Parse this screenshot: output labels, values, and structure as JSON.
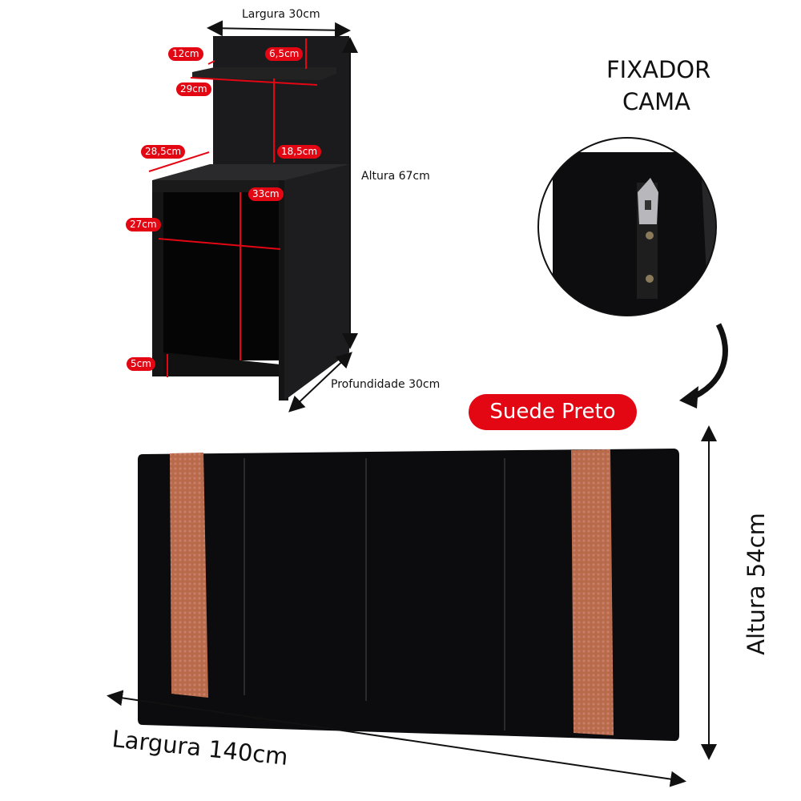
{
  "nightstand": {
    "width_label": "Largura 30cm",
    "height_label": "Altura 67cm",
    "depth_label": "Profundidade 30cm",
    "tags": [
      "12cm",
      "6,5cm",
      "29cm",
      "28,5cm",
      "18,5cm",
      "33cm",
      "27cm",
      "5cm"
    ]
  },
  "fixador": {
    "line1": "FIXADOR",
    "line2": "CAMA"
  },
  "color_badge": "Suede Preto",
  "headboard": {
    "height_label": "Altura 54cm",
    "width_label": "Largura 140cm"
  },
  "colors": {
    "accent_red": "#e30613",
    "suede": "#0c0c0e",
    "stripe": "#b86a4a"
  }
}
